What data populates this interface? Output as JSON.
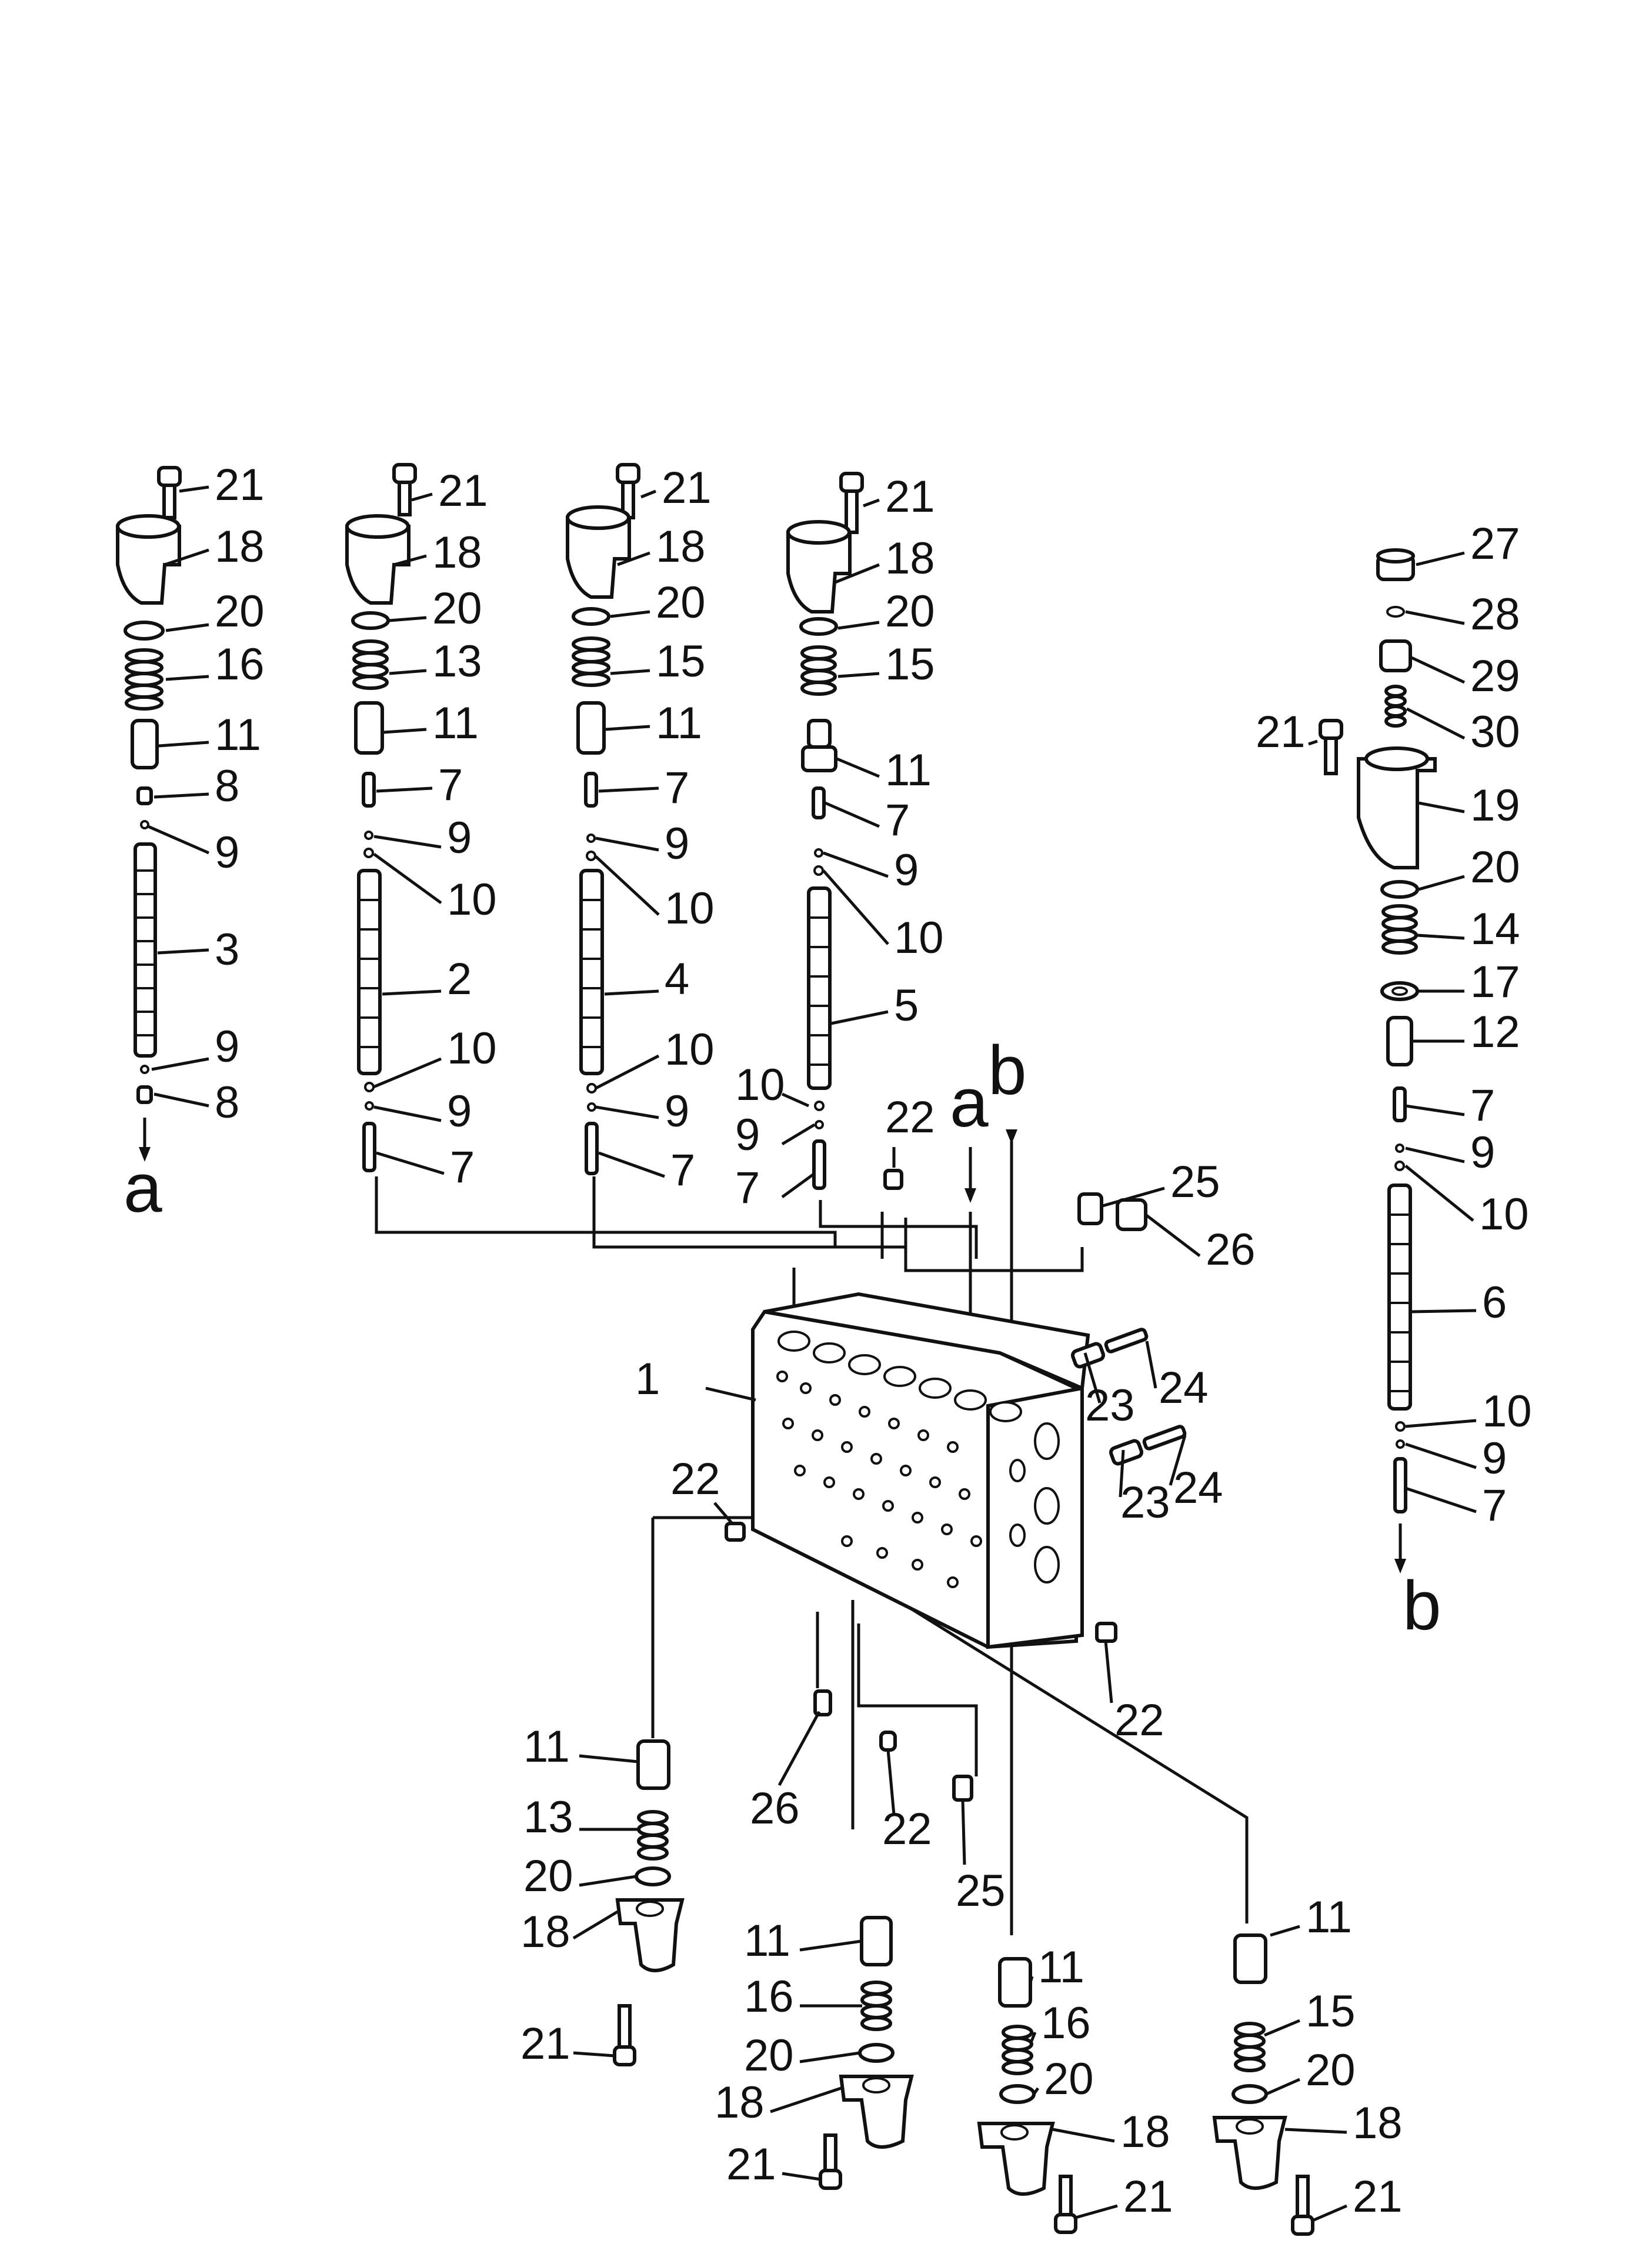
{
  "diagram": {
    "type": "exploded parts diagram (control valve assembly)",
    "colors": {
      "ink": "#111111",
      "paper": "#ffffff"
    },
    "callouts": [
      {
        "n": "21"
      },
      {
        "n": "18"
      },
      {
        "n": "20"
      },
      {
        "n": "16"
      },
      {
        "n": "11"
      },
      {
        "n": "8"
      },
      {
        "n": "9"
      },
      {
        "n": "3"
      },
      {
        "n": "9"
      },
      {
        "n": "8"
      },
      {
        "n": "21"
      },
      {
        "n": "18"
      },
      {
        "n": "20"
      },
      {
        "n": "13"
      },
      {
        "n": "11"
      },
      {
        "n": "7"
      },
      {
        "n": "9"
      },
      {
        "n": "10"
      },
      {
        "n": "2"
      },
      {
        "n": "10"
      },
      {
        "n": "9"
      },
      {
        "n": "7"
      },
      {
        "n": "21"
      },
      {
        "n": "18"
      },
      {
        "n": "20"
      },
      {
        "n": "15"
      },
      {
        "n": "11"
      },
      {
        "n": "7"
      },
      {
        "n": "9"
      },
      {
        "n": "10"
      },
      {
        "n": "4"
      },
      {
        "n": "10"
      },
      {
        "n": "9"
      },
      {
        "n": "7"
      },
      {
        "n": "21"
      },
      {
        "n": "18"
      },
      {
        "n": "20"
      },
      {
        "n": "15"
      },
      {
        "n": "11"
      },
      {
        "n": "7"
      },
      {
        "n": "9"
      },
      {
        "n": "10"
      },
      {
        "n": "5"
      },
      {
        "n": "10"
      },
      {
        "n": "9"
      },
      {
        "n": "7"
      },
      {
        "n": "27"
      },
      {
        "n": "28"
      },
      {
        "n": "29"
      },
      {
        "n": "30"
      },
      {
        "n": "21"
      },
      {
        "n": "19"
      },
      {
        "n": "20"
      },
      {
        "n": "14"
      },
      {
        "n": "17"
      },
      {
        "n": "12"
      },
      {
        "n": "7"
      },
      {
        "n": "9"
      },
      {
        "n": "10"
      },
      {
        "n": "6"
      },
      {
        "n": "10"
      },
      {
        "n": "9"
      },
      {
        "n": "7"
      },
      {
        "n": "22"
      },
      {
        "n": "25"
      },
      {
        "n": "26"
      },
      {
        "n": "1"
      },
      {
        "n": "24"
      },
      {
        "n": "23"
      },
      {
        "n": "24"
      },
      {
        "n": "23"
      },
      {
        "n": "22"
      },
      {
        "n": "22"
      },
      {
        "n": "26"
      },
      {
        "n": "22"
      },
      {
        "n": "25"
      },
      {
        "n": "11"
      },
      {
        "n": "13"
      },
      {
        "n": "20"
      },
      {
        "n": "18"
      },
      {
        "n": "21"
      },
      {
        "n": "11"
      },
      {
        "n": "16"
      },
      {
        "n": "20"
      },
      {
        "n": "18"
      },
      {
        "n": "21"
      },
      {
        "n": "11"
      },
      {
        "n": "16"
      },
      {
        "n": "20"
      },
      {
        "n": "18"
      },
      {
        "n": "21"
      },
      {
        "n": "11"
      },
      {
        "n": "15"
      },
      {
        "n": "20"
      },
      {
        "n": "18"
      },
      {
        "n": "21"
      }
    ],
    "connection_letters": [
      {
        "t": "a"
      },
      {
        "t": "a"
      },
      {
        "t": "b"
      },
      {
        "t": "b"
      }
    ]
  }
}
